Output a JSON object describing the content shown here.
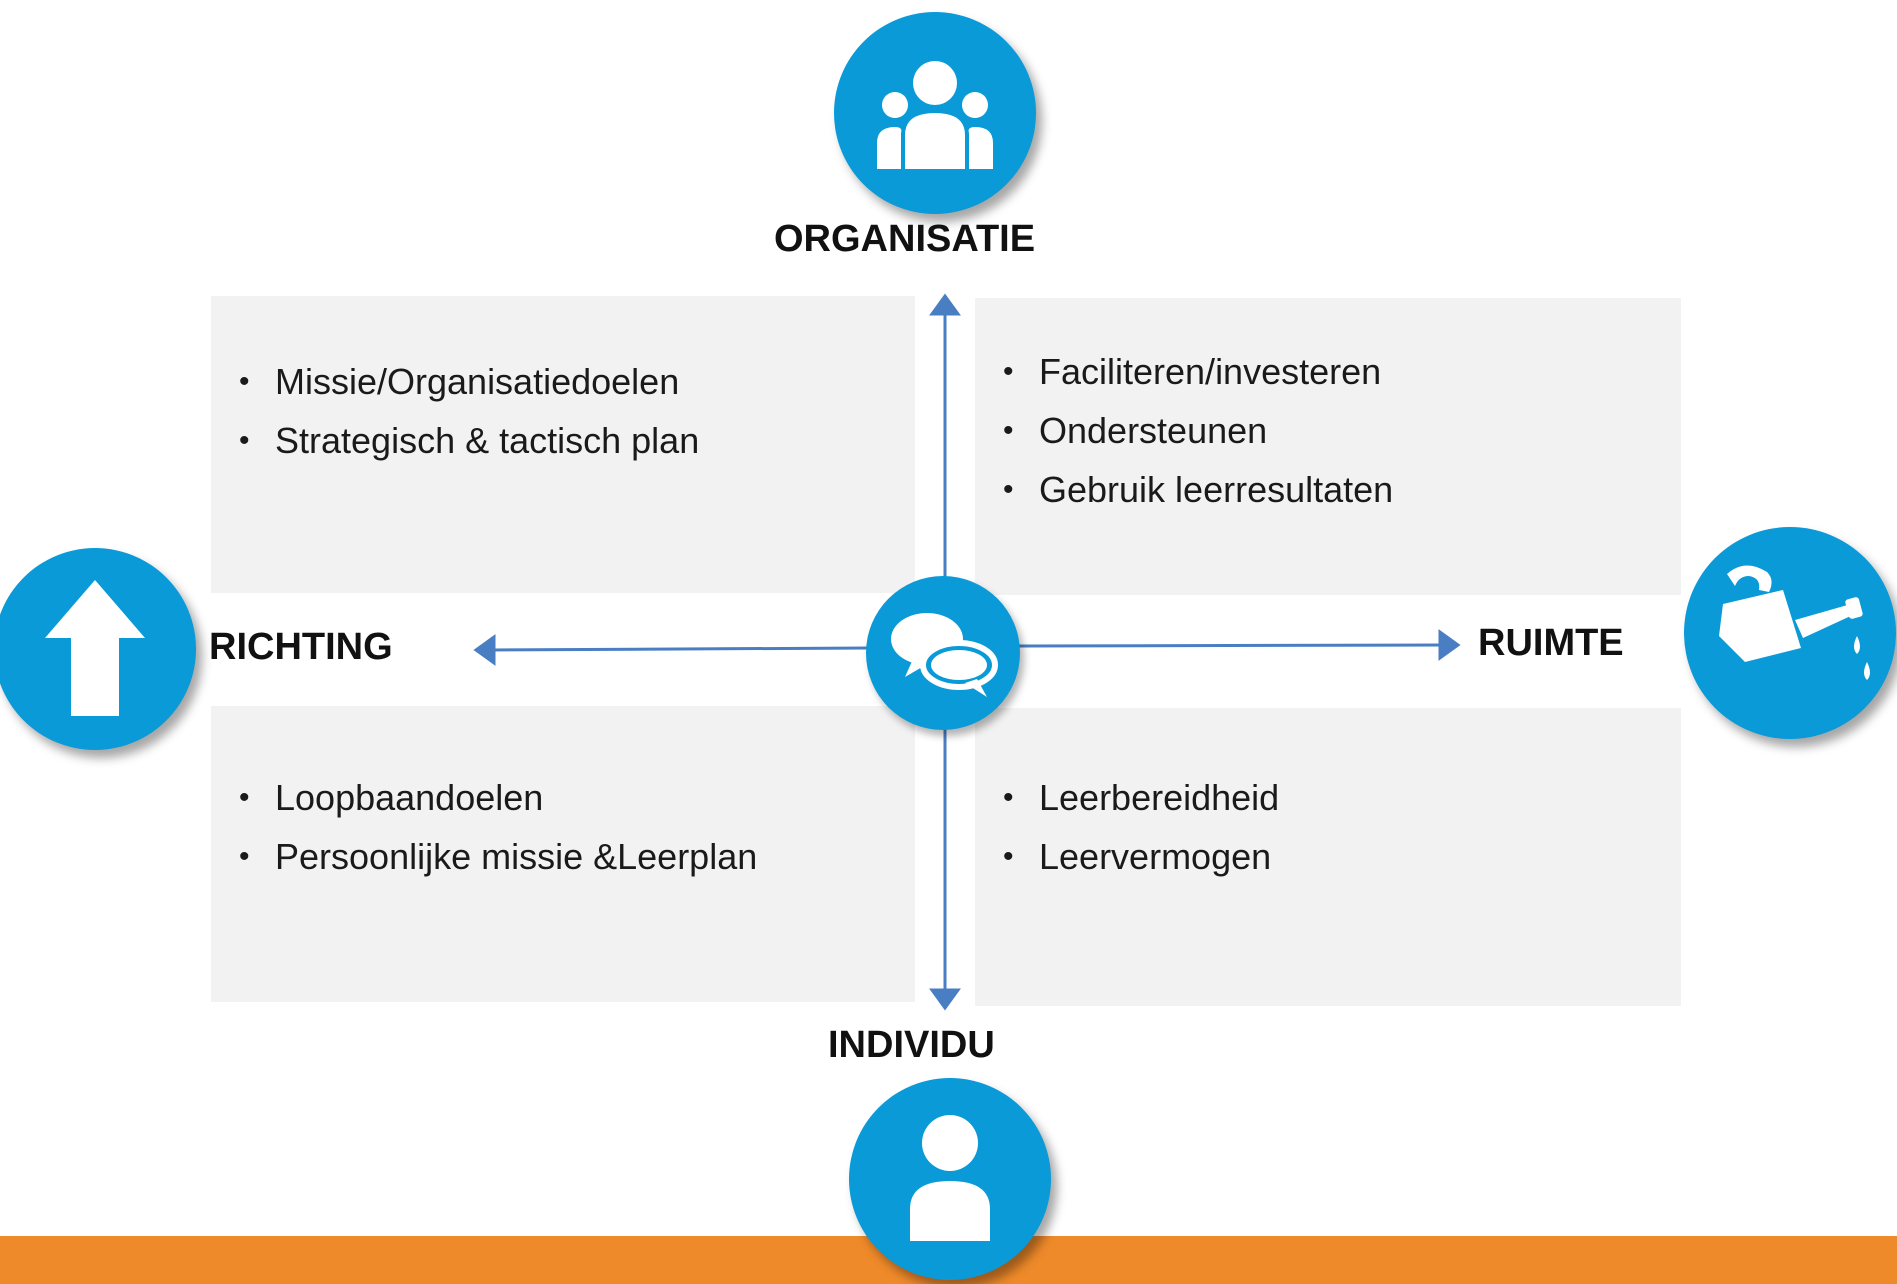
{
  "axes": {
    "top": "ORGANISATIE",
    "bottom": "INDIVIDU",
    "left": "RICHTING",
    "right": "RUIMTE"
  },
  "quadrants": {
    "top_left": [
      "Missie/Organisatiedoelen",
      "Strategisch & tactisch plan"
    ],
    "top_right": [
      "Faciliteren/investeren",
      "Ondersteunen",
      "Gebruik leerresultaten"
    ],
    "bottom_left": [
      "Loopbaandoelen",
      "Persoonlijke missie &Leerplan"
    ],
    "bottom_right": [
      "Leerbereidheid",
      "Leervermogen"
    ]
  },
  "icons": {
    "top": "group-of-people-icon",
    "bottom": "person-icon",
    "left": "up-arrow-icon",
    "right": "watering-can-icon",
    "center": "speech-bubbles-icon"
  },
  "colors": {
    "accent": "#0a9ad8",
    "arrow": "#4a7ec3",
    "bottom_band": "#ef8a2a",
    "quadrant_fill": "#f2f2f2"
  }
}
